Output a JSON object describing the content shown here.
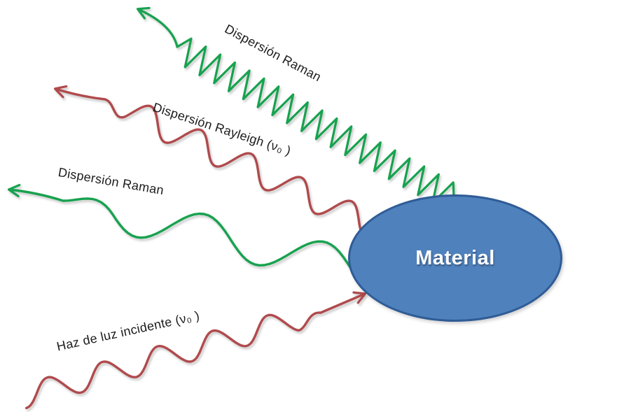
{
  "material": {
    "label": "Material"
  },
  "waves": [
    {
      "id": "raman_top",
      "label": "Dispersión Raman",
      "style": "zigzag-high-frequency",
      "direction": "outgoing",
      "color": "#17a24f"
    },
    {
      "id": "rayleigh",
      "label": "Dispersión Rayleigh (ν₀ )",
      "style": "wavy",
      "direction": "outgoing",
      "color": "#b04a4c"
    },
    {
      "id": "raman_mid",
      "label": "Dispersión Raman",
      "style": "wavy-low-frequency",
      "direction": "outgoing",
      "color": "#17a24f"
    },
    {
      "id": "incident",
      "label": "Haz de luz incidente (ν₀ )",
      "style": "wavy",
      "direction": "incoming",
      "color": "#b04a4c"
    }
  ],
  "colors": {
    "green_wave": "#17a24f",
    "red_wave": "#b04a4c",
    "ellipse_fill": "#4f81bd",
    "ellipse_border": "#2f5c96",
    "label_text": "#1c1c1c",
    "material_text": "#ffffff",
    "background": "#ffffff"
  }
}
